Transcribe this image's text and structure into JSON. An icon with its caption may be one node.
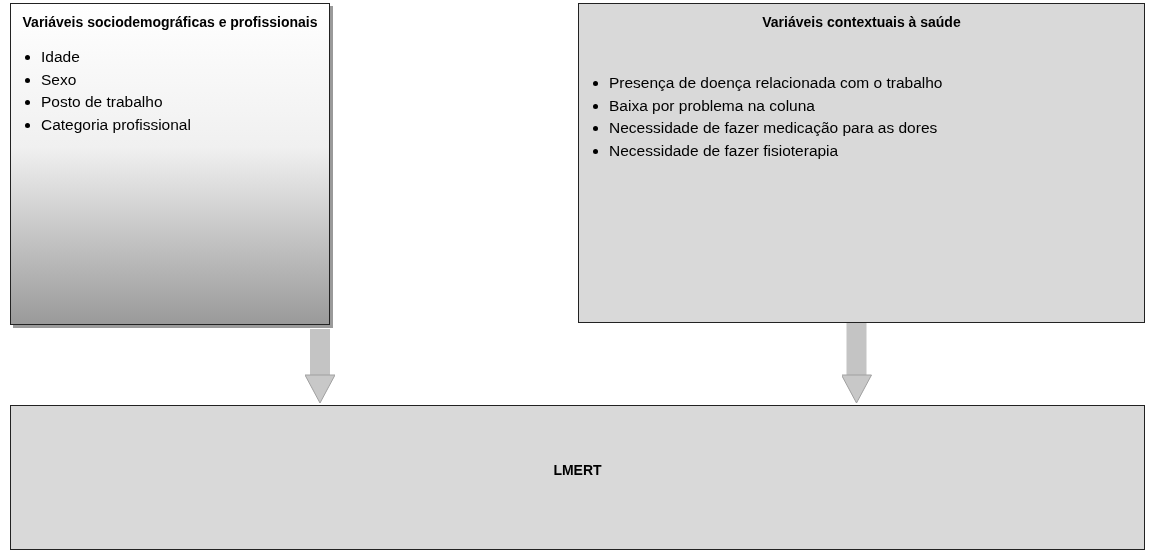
{
  "diagram": {
    "nodes": [
      {
        "text": [
          "Variáveis sociodemográficas e profissionais",
          "Idade",
          "Sexo",
          "Posto de trabalho",
          "Categoria profissional"
        ]
      },
      {
        "text": [
          "Variáveis contextuais à saúde",
          "Presença de doença relacionada com o trabalho",
          "Baixa por problema na coluna",
          "Necessidade de fazer medicação para as dores",
          "Necessidade de fazer fisioterapia"
        ]
      },
      {
        "text": [
          "LMERT"
        ]
      }
    ],
    "edges": [
      {
        "from": 0,
        "to": 2,
        "arrow": "to"
      },
      {
        "from": 1,
        "to": 2,
        "arrow": "to"
      }
    ]
  }
}
